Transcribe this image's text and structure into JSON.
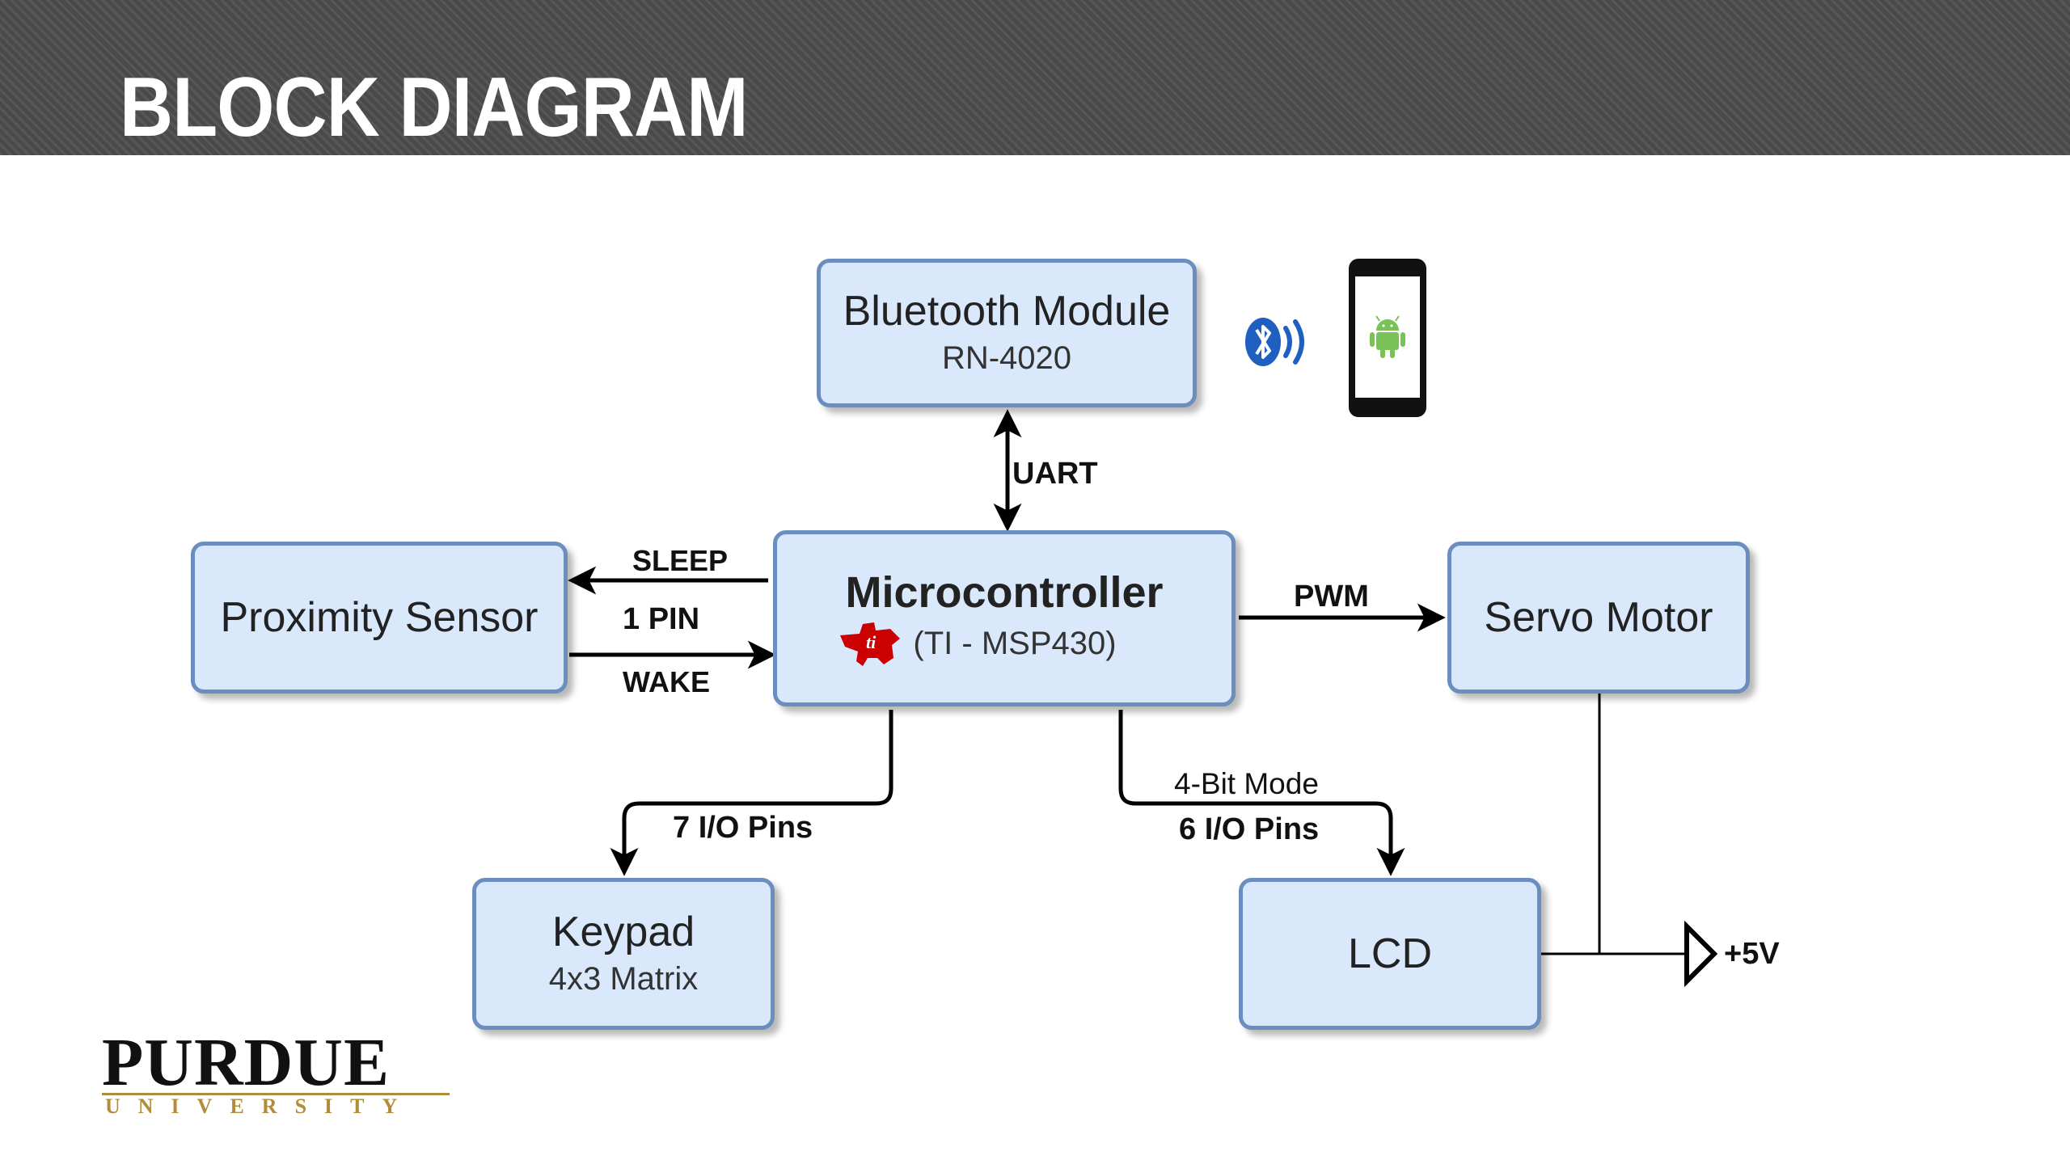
{
  "header": {
    "title": "BLOCK DIAGRAM"
  },
  "blocks": {
    "bluetooth": {
      "title": "Bluetooth Module",
      "subtitle": "RN-4020"
    },
    "proximity": {
      "title": "Proximity Sensor"
    },
    "microcontroller": {
      "title": "Microcontroller",
      "subtitle": "(TI - MSP430)"
    },
    "servo": {
      "title": "Servo Motor"
    },
    "keypad": {
      "title": "Keypad",
      "subtitle": "4x3 Matrix"
    },
    "lcd": {
      "title": "LCD"
    }
  },
  "connections": {
    "uart": "UART",
    "sleep": "SLEEP",
    "one_pin": "1 PIN",
    "wake": "WAKE",
    "pwm": "PWM",
    "keypad_pins": "7 I/O Pins",
    "lcd_mode": "4-Bit Mode",
    "lcd_pins": "6 I/O Pins",
    "power": "+5V"
  },
  "icons": [
    "bluetooth-icon",
    "android-phone-icon",
    "ti-logo-icon"
  ],
  "logo": {
    "name": "PURDUE",
    "subtitle": "UNIVERSITY"
  },
  "colors": {
    "block_fill": "#dae8fc",
    "block_border": "#6c8ebf",
    "header_bg": "#4a4a4a",
    "purdue_gold": "#b08d3a",
    "ti_red": "#cc0000",
    "android_green": "#78c257",
    "bluetooth_blue": "#1f5fbf"
  }
}
